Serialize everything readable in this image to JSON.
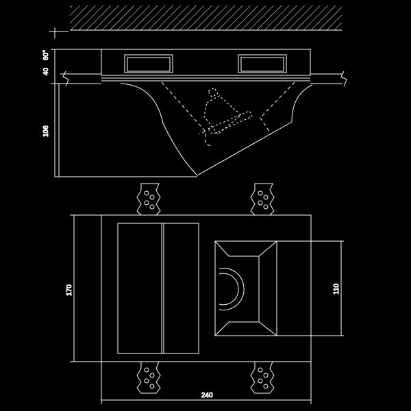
{
  "drawing": {
    "background": "#000000",
    "line_color": "#ffffff",
    "section_view": {
      "dims": {
        "angle": "60°",
        "flange": "40",
        "depth": "106"
      }
    },
    "plan_view": {
      "dims": {
        "height": "170",
        "opening": "110",
        "width": "240"
      }
    }
  }
}
